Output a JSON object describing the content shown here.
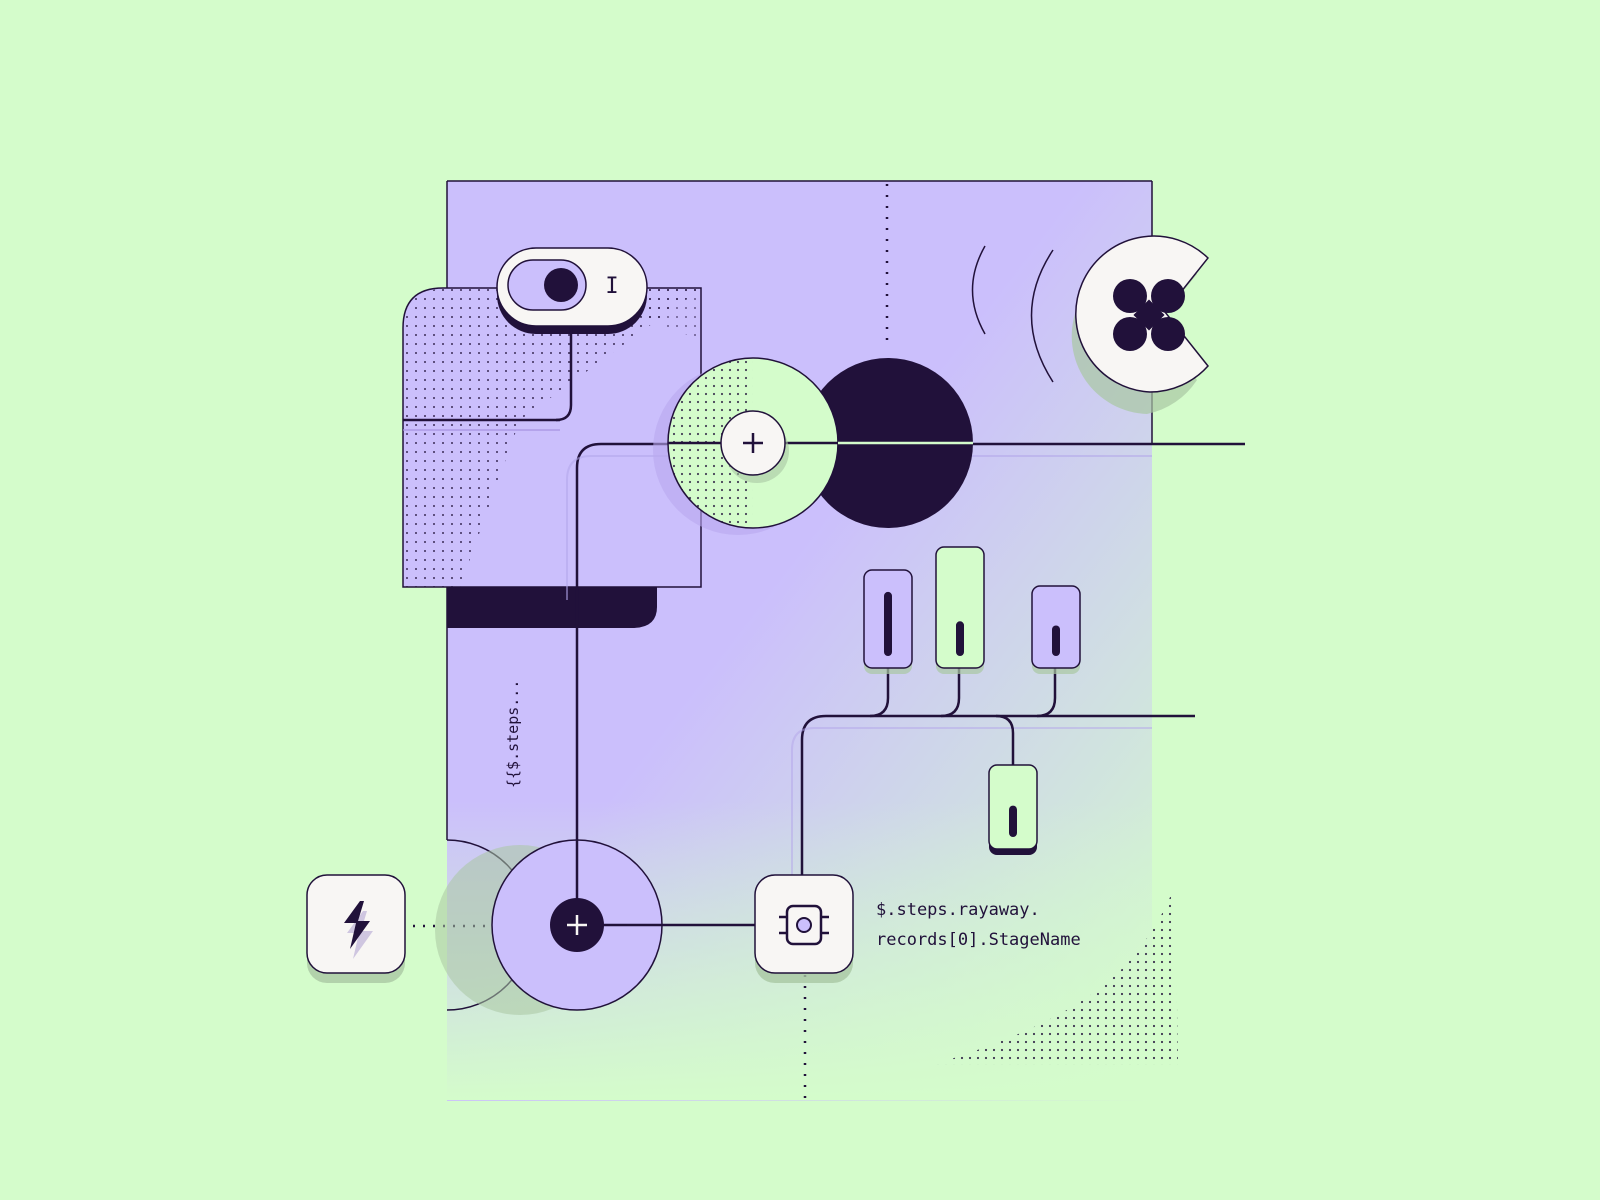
{
  "colors": {
    "background": "#d4fccb",
    "lavender": "#cbbffc",
    "mint": "#d4fccb",
    "ink": "#21113a",
    "card": "#f8f6f4",
    "shadow": "#a9c7a3"
  },
  "icons": {
    "trigger": "lightning-bolt-icon",
    "integration": "clover-logo-icon",
    "action": "chip-icon",
    "toggle": "toggle-switch-icon",
    "merge": "plus-icon"
  },
  "toggle": {
    "state": "on",
    "label": "I"
  },
  "labels": {
    "vertical_expression": "{{$.steps...",
    "path_line1": "$.steps.rayaway.",
    "path_line2": "records[0].StageName"
  },
  "sliders": [
    {
      "name": "slider-1",
      "color": "lavender",
      "level": 0.85
    },
    {
      "name": "slider-2",
      "color": "mint",
      "level": 0.3
    },
    {
      "name": "slider-3",
      "color": "lavender",
      "level": 0.45
    },
    {
      "name": "slider-4",
      "color": "mint",
      "level": 0.45
    }
  ]
}
